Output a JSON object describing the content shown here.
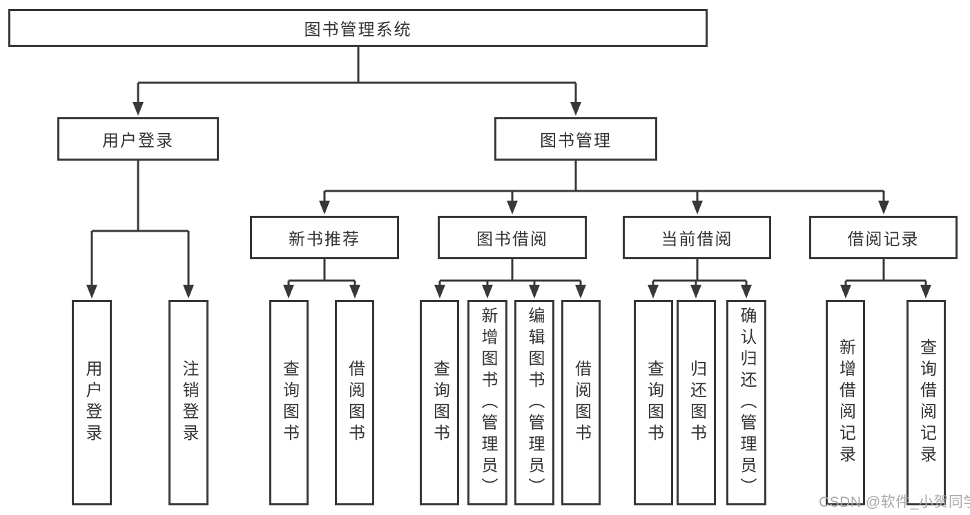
{
  "diagram_title": "图书管理系统",
  "tree": {
    "root": {
      "label": "图书管理系统",
      "children": [
        {
          "label": "用户登录",
          "children": [
            {
              "label": "用户登录"
            },
            {
              "label": "注销登录"
            }
          ]
        },
        {
          "label": "图书管理",
          "children": [
            {
              "label": "新书推荐",
              "children": [
                {
                  "label": "查询图书"
                },
                {
                  "label": "借阅图书"
                }
              ]
            },
            {
              "label": "图书借阅",
              "children": [
                {
                  "label": "查询图书"
                },
                {
                  "label": "新增图书（管理员）"
                },
                {
                  "label": "编辑图书（管理员）"
                },
                {
                  "label": "借阅图书"
                }
              ]
            },
            {
              "label": "当前借阅",
              "children": [
                {
                  "label": "查询图书"
                },
                {
                  "label": "归还图书"
                },
                {
                  "label": "确认归还（管理员）"
                }
              ]
            },
            {
              "label": "借阅记录",
              "children": [
                {
                  "label": "新增借阅记录"
                },
                {
                  "label": "查询借阅记录"
                }
              ]
            }
          ]
        }
      ]
    }
  },
  "watermark": {
    "text": "CSDN @软件_小贺同学"
  },
  "colors": {
    "line": "#383838",
    "box_border": "#383838",
    "text": "#333333",
    "watermark_text": "#a9a9a9",
    "background": "#ffffff"
  }
}
